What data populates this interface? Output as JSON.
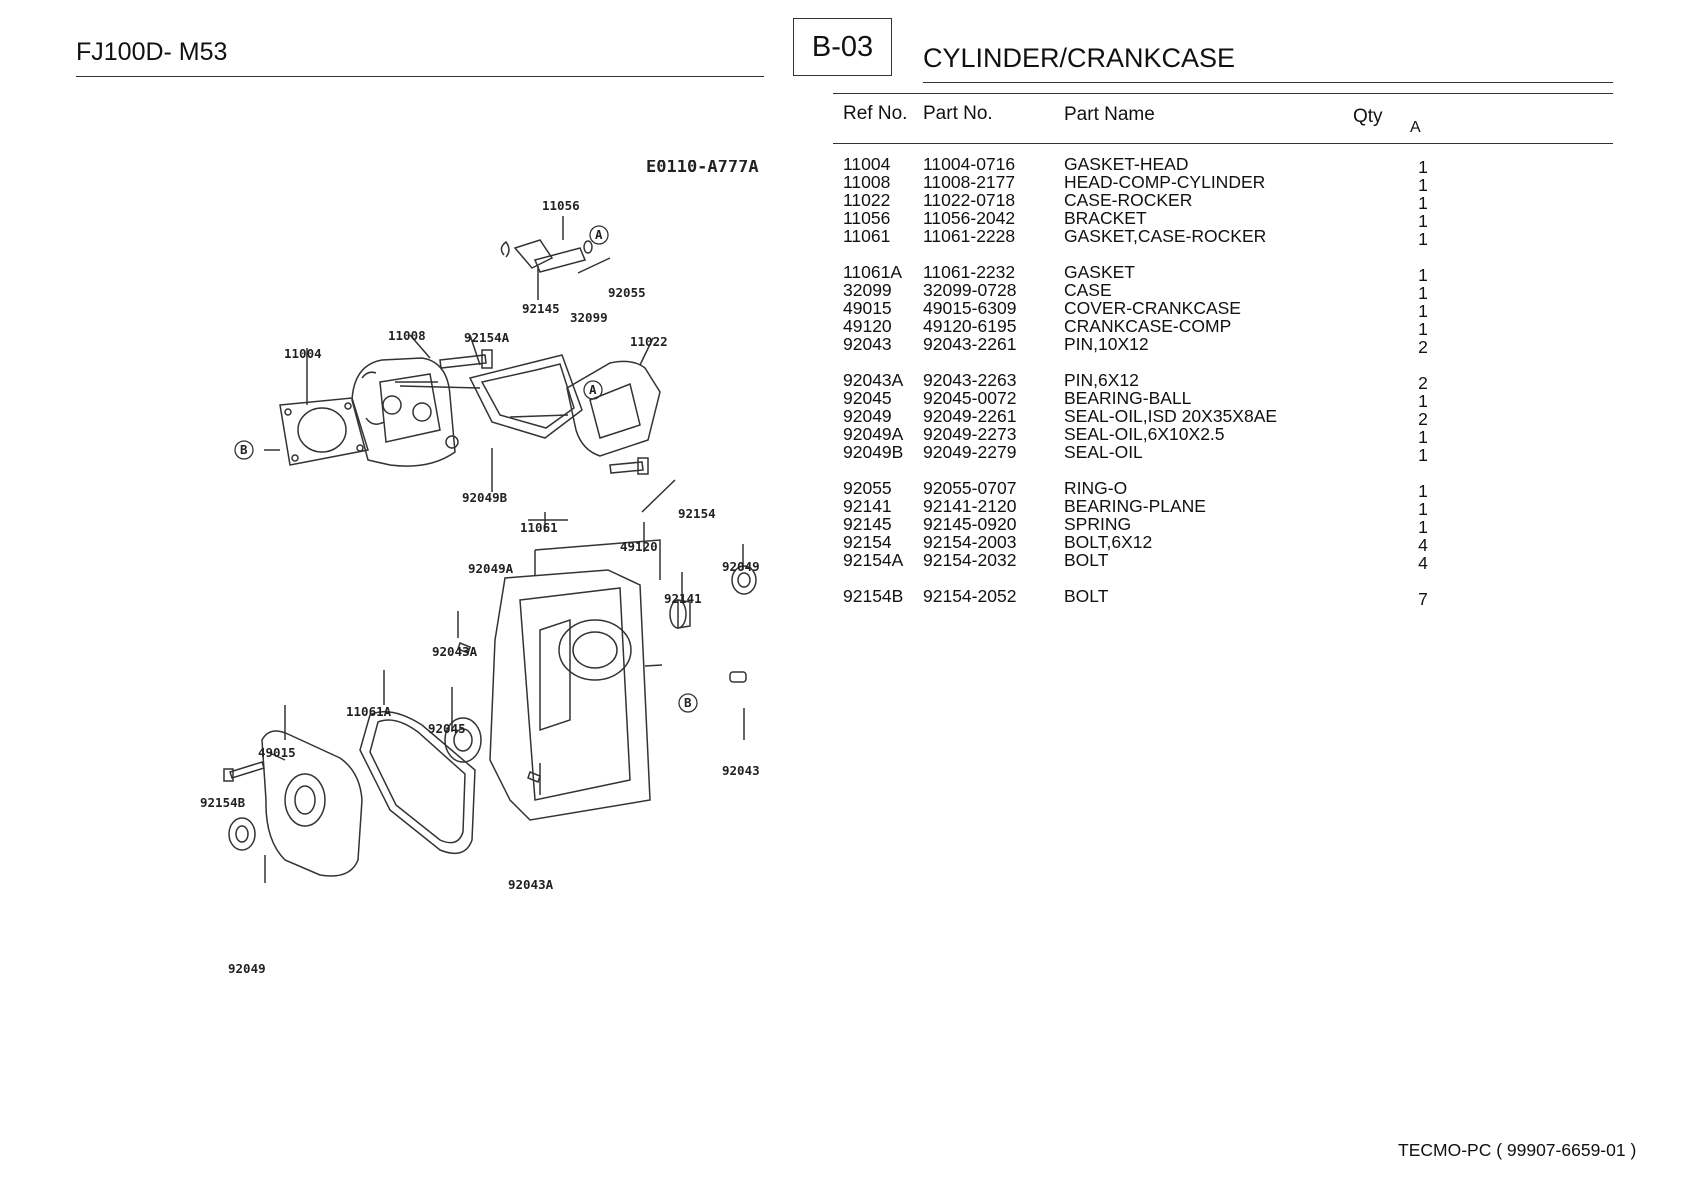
{
  "header": {
    "model": "FJ100D- M53",
    "section_code": "B-03",
    "section_title": "CYLINDER/CRANKCASE"
  },
  "table": {
    "columns": {
      "ref": "Ref No.",
      "part": "Part No.",
      "name": "Part Name",
      "qty": "Qty",
      "variant": "A"
    },
    "groups": [
      [
        {
          "ref": "11004",
          "part": "11004-0716",
          "name": "GASKET-HEAD",
          "qty": "1"
        },
        {
          "ref": "11008",
          "part": "11008-2177",
          "name": "HEAD-COMP-CYLINDER",
          "qty": "1"
        },
        {
          "ref": "11022",
          "part": "11022-0718",
          "name": "CASE-ROCKER",
          "qty": "1"
        },
        {
          "ref": "11056",
          "part": "11056-2042",
          "name": "BRACKET",
          "qty": "1"
        },
        {
          "ref": "11061",
          "part": "11061-2228",
          "name": "GASKET,CASE-ROCKER",
          "qty": "1"
        }
      ],
      [
        {
          "ref": "11061A",
          "part": "11061-2232",
          "name": "GASKET",
          "qty": "1"
        },
        {
          "ref": "32099",
          "part": "32099-0728",
          "name": "CASE",
          "qty": "1"
        },
        {
          "ref": "49015",
          "part": "49015-6309",
          "name": "COVER-CRANKCASE",
          "qty": "1"
        },
        {
          "ref": "49120",
          "part": "49120-6195",
          "name": "CRANKCASE-COMP",
          "qty": "1"
        },
        {
          "ref": "92043",
          "part": "92043-2261",
          "name": "PIN,10X12",
          "qty": "2"
        }
      ],
      [
        {
          "ref": "92043A",
          "part": "92043-2263",
          "name": "PIN,6X12",
          "qty": "2"
        },
        {
          "ref": "92045",
          "part": "92045-0072",
          "name": "BEARING-BALL",
          "qty": "1"
        },
        {
          "ref": "92049",
          "part": "92049-2261",
          "name": "SEAL-OIL,ISD 20X35X8AE",
          "qty": "2"
        },
        {
          "ref": "92049A",
          "part": "92049-2273",
          "name": "SEAL-OIL,6X10X2.5",
          "qty": "1"
        },
        {
          "ref": "92049B",
          "part": "92049-2279",
          "name": "SEAL-OIL",
          "qty": "1"
        }
      ],
      [
        {
          "ref": "92055",
          "part": "92055-0707",
          "name": "RING-O",
          "qty": "1"
        },
        {
          "ref": "92141",
          "part": "92141-2120",
          "name": "BEARING-PLANE",
          "qty": "1"
        },
        {
          "ref": "92145",
          "part": "92145-0920",
          "name": "SPRING",
          "qty": "1"
        },
        {
          "ref": "92154",
          "part": "92154-2003",
          "name": "BOLT,6X12",
          "qty": "4"
        },
        {
          "ref": "92154A",
          "part": "92154-2032",
          "name": "BOLT",
          "qty": "4"
        }
      ],
      [
        {
          "ref": "92154B",
          "part": "92154-2052",
          "name": "BOLT",
          "qty": "7"
        }
      ]
    ]
  },
  "diagram": {
    "code": "E0110-A777A",
    "callouts": {
      "c11056": "11056",
      "c92055": "92055",
      "c92145": "92145",
      "c32099": "32099",
      "c11008": "11008",
      "c92154A": "92154A",
      "c11022": "11022",
      "c11004": "11004",
      "c92049B": "92049B",
      "c11061": "11061",
      "c92154": "92154",
      "c49120": "49120",
      "c92049A": "92049A",
      "c92049": "92049",
      "c92141": "92141",
      "c92043A_top": "92043A",
      "c11061A": "11061A",
      "c92045": "92045",
      "c92043": "92043",
      "c49015": "49015",
      "c92154B": "92154B",
      "c92043A_bot": "92043A",
      "c92049_bot": "92049",
      "markA1": "A",
      "markA2": "A",
      "markB1": "B",
      "markB2": "B"
    }
  },
  "footer": {
    "text": "TECMO-PC  ( 99907-6659-01 )"
  }
}
